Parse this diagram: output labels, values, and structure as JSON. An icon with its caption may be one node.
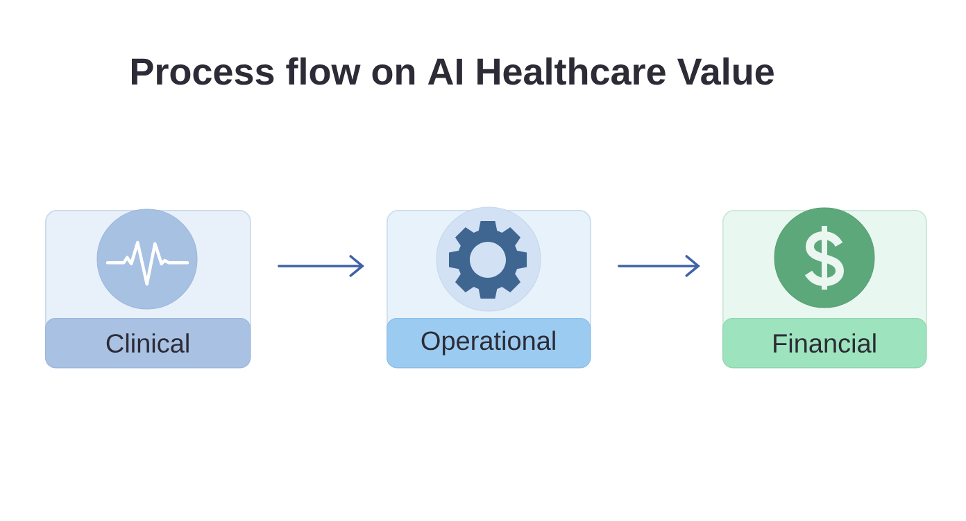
{
  "diagram": {
    "title": "Process flow on AI Healthcare Value",
    "nodes": [
      {
        "text": [
          "Clinical"
        ]
      },
      {
        "text": [
          "Operational"
        ]
      },
      {
        "text": [
          "Financial"
        ]
      }
    ],
    "edges": [
      {
        "from": 0,
        "to": 1,
        "arrow": "to"
      },
      {
        "from": 1,
        "to": 2,
        "arrow": "to"
      }
    ]
  }
}
